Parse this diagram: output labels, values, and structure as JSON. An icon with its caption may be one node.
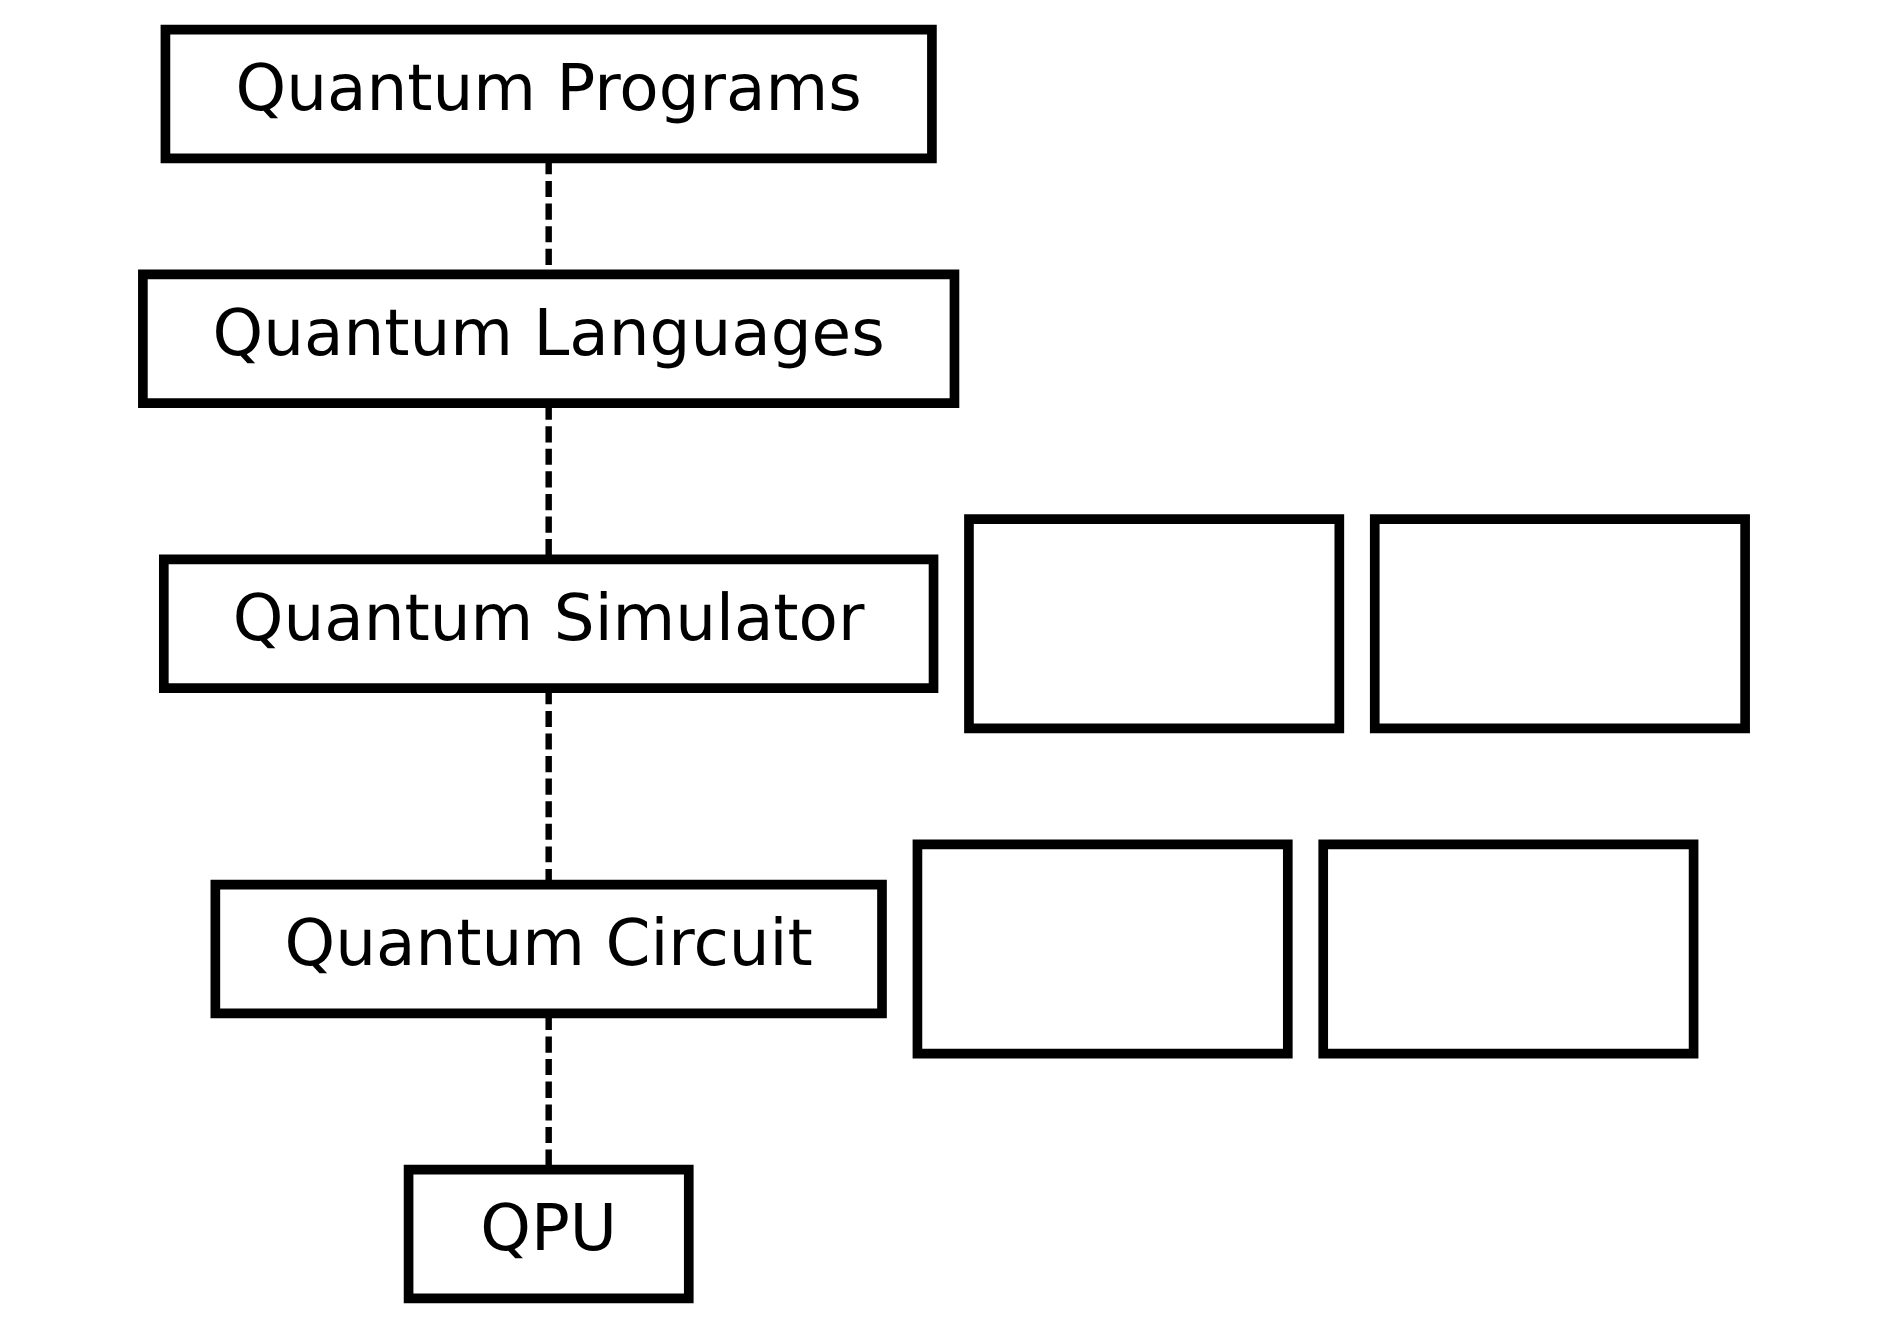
{
  "diagram": {
    "nodes": [
      {
        "text": [
          "Quantum Programs"
        ]
      },
      {
        "text": [
          "Quantum Languages"
        ]
      },
      {
        "text": [
          "Quantum Simulator"
        ]
      },
      {
        "text": [
          "Quantum Circuit"
        ]
      },
      {
        "text": [
          "QPU"
        ]
      },
      {
        "text": [],
        "shape": "box"
      },
      {
        "text": [],
        "shape": "box"
      },
      {
        "text": [],
        "shape": "box"
      },
      {
        "text": [],
        "shape": "box"
      }
    ],
    "edges": [
      {
        "from": 0,
        "to": 1,
        "arrow": "none",
        "style": "dashed"
      },
      {
        "from": 1,
        "to": 2,
        "arrow": "none",
        "style": "dashed"
      },
      {
        "from": 2,
        "to": 3,
        "arrow": "none",
        "style": "dashed"
      },
      {
        "from": 3,
        "to": 4,
        "arrow": "none",
        "style": "dashed"
      }
    ]
  }
}
